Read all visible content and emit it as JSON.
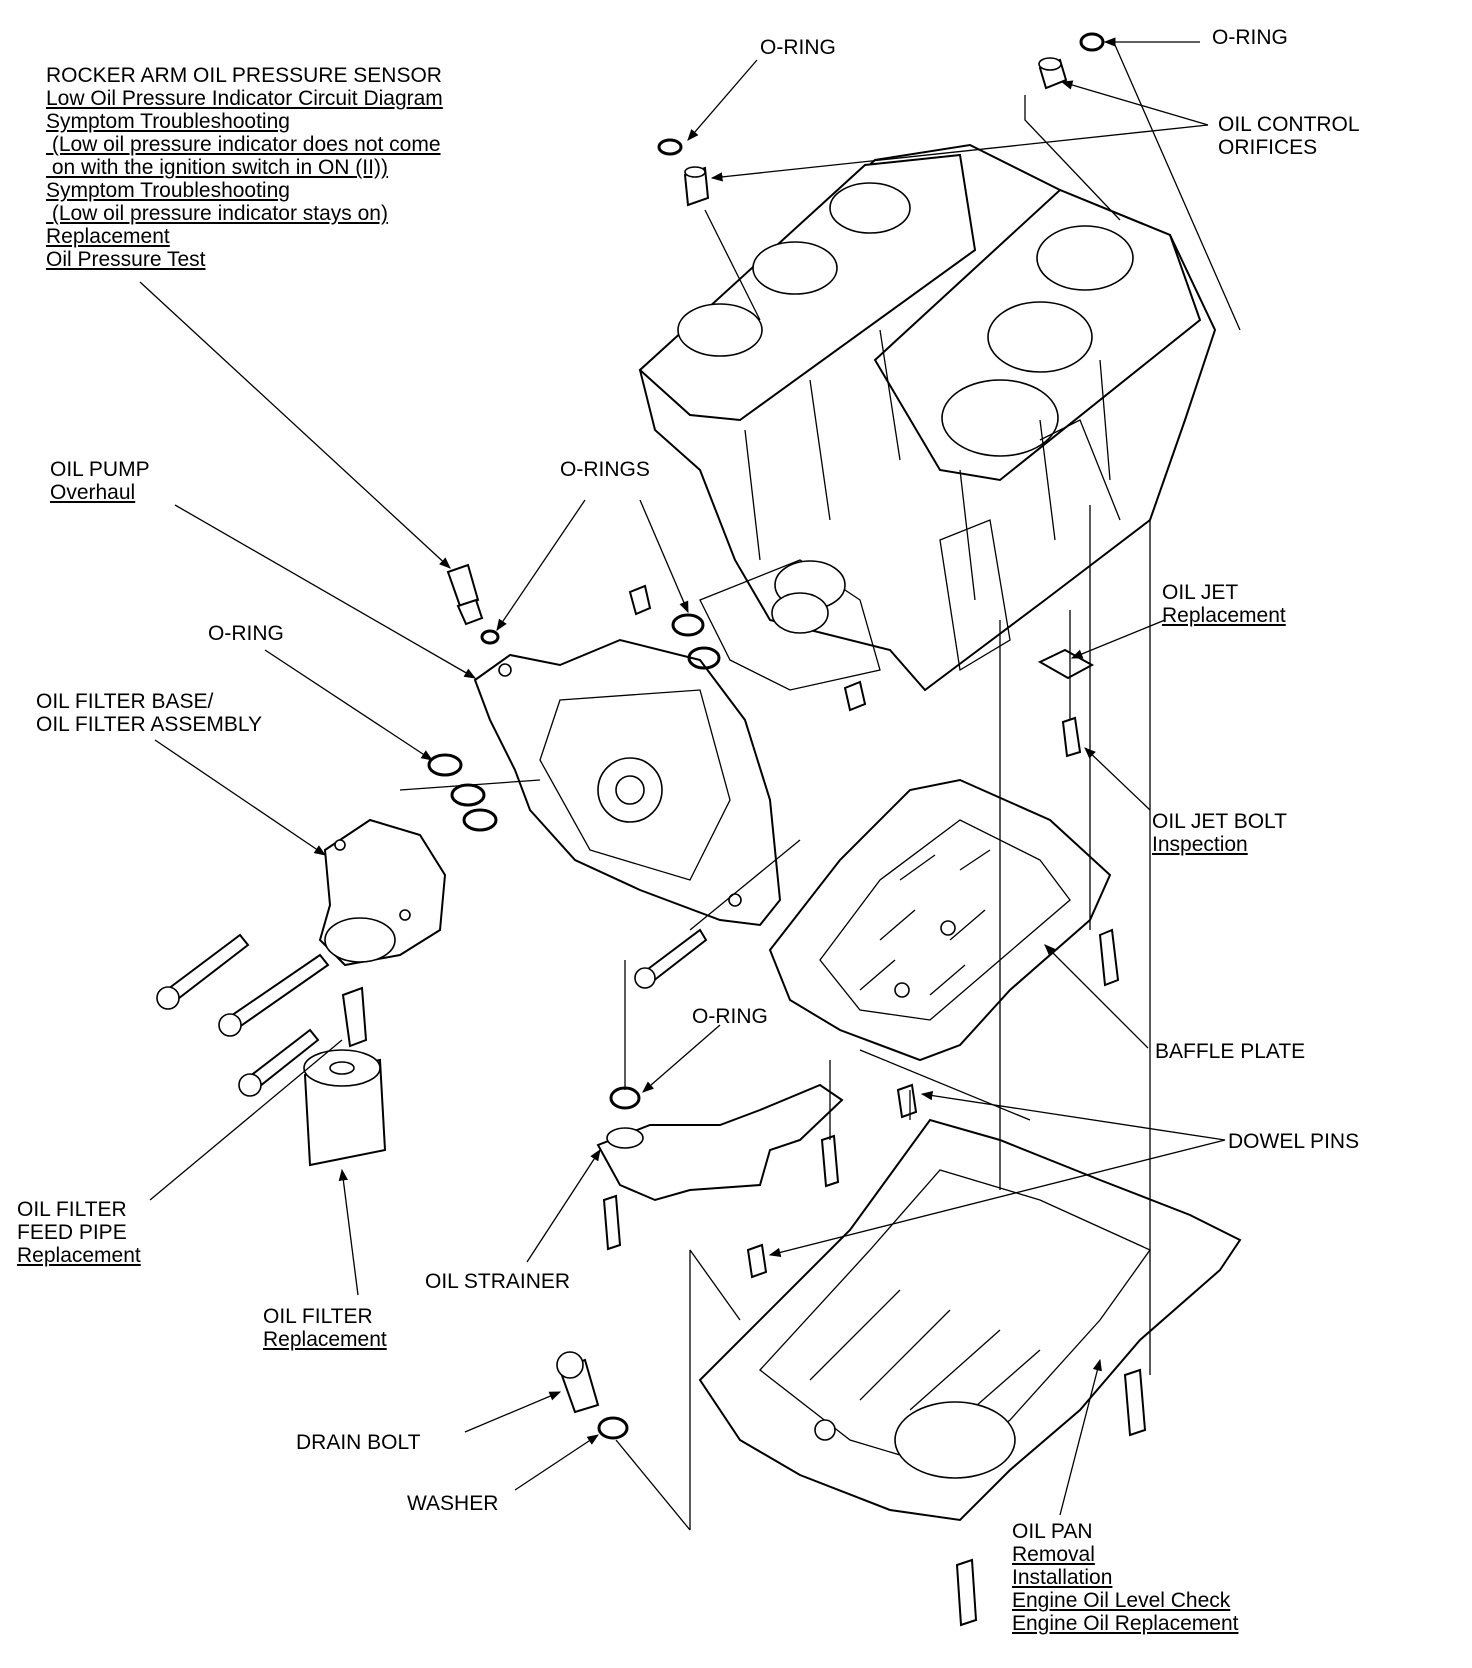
{
  "labels": {
    "top_o_ring": "O-RING",
    "right_o_ring": "O-RING",
    "oil_control_orifices": [
      "OIL CONTROL",
      "ORIFICES"
    ],
    "rocker_sensor": {
      "title": "ROCKER ARM OIL PRESSURE SENSOR",
      "links": [
        "Low Oil Pressure Indicator Circuit Diagram",
        "Symptom Troubleshooting",
        " (Low oil pressure indicator does not come",
        " on with the ignition switch in ON (II))",
        "Symptom Troubleshooting",
        " (Low oil pressure indicator stays on)",
        "Replacement",
        "Oil Pressure Test"
      ]
    },
    "oil_pump": {
      "title": "OIL PUMP",
      "links": [
        "Overhaul"
      ]
    },
    "o_rings": "O-RINGS",
    "o_ring_left": "O-RING",
    "oil_filter_base": [
      "OIL FILTER BASE/",
      "OIL FILTER ASSEMBLY"
    ],
    "oil_jet": {
      "title": "OIL JET",
      "links": [
        "Replacement"
      ]
    },
    "oil_jet_bolt": {
      "title": "OIL JET BOLT",
      "links": [
        "Inspection"
      ]
    },
    "baffle_plate": "BAFFLE PLATE",
    "o_ring_strainer": "O-RING",
    "dowel_pins": "DOWEL PINS",
    "oil_filter_feed_pipe": {
      "title": [
        "OIL FILTER",
        "FEED PIPE"
      ],
      "links": [
        "Replacement"
      ]
    },
    "oil_strainer": "OIL STRAINER",
    "oil_filter": {
      "title": "OIL FILTER",
      "links": [
        "Replacement"
      ]
    },
    "drain_bolt": "DRAIN BOLT",
    "washer": "WASHER",
    "oil_pan": {
      "title": "OIL PAN",
      "links": [
        "Removal",
        "Installation",
        "Engine Oil Level Check",
        "Engine Oil Replacement"
      ]
    }
  }
}
